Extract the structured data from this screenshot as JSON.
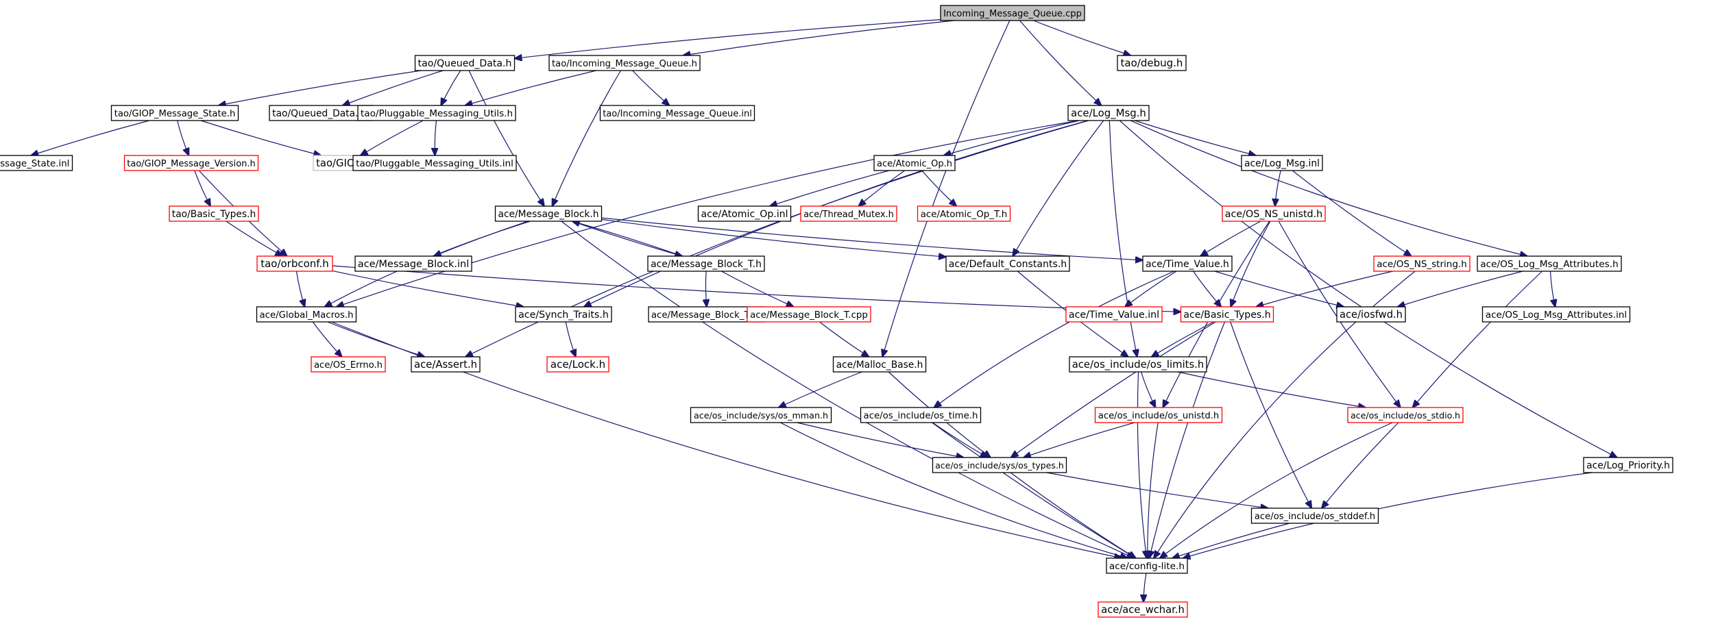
{
  "colors": {
    "edge": "#191970",
    "node_border_normal": "#000000",
    "node_border_truncated": "#ff0000",
    "node_border_external": "#bfbfbf",
    "root_fill": "#bfbfbf",
    "text": "#000000"
  },
  "nodes": [
    {
      "id": "root",
      "label": "Incoming_Message_Queue.cpp",
      "style": "root"
    },
    {
      "id": "queued_data_h",
      "label": "tao/Queued_Data.h",
      "style": "normal"
    },
    {
      "id": "tao_imq_h",
      "label": "tao/Incoming_Message_Queue.h",
      "style": "normal"
    },
    {
      "id": "tao_debug_h",
      "label": "tao/debug.h",
      "style": "normal"
    },
    {
      "id": "giop_ms_h",
      "label": "tao/GIOP_Message_State.h",
      "style": "normal"
    },
    {
      "id": "queued_data_inl",
      "label": "tao/Queued_Data.inl",
      "style": "normal"
    },
    {
      "id": "pmu_h",
      "label": "tao/Pluggable_Messaging_Utils.h",
      "style": "normal"
    },
    {
      "id": "tao_imq_inl",
      "label": "tao/Incoming_Message_Queue.inl",
      "style": "normal"
    },
    {
      "id": "log_msg_h",
      "label": "ace/Log_Msg.h",
      "style": "normal"
    },
    {
      "id": "giop_ms_inl",
      "label": "tao/GIOP_Message_State.inl",
      "style": "normal"
    },
    {
      "id": "giop_mv_h",
      "label": "tao/GIOP_Message_Version.h",
      "style": "truncated"
    },
    {
      "id": "giopc_h",
      "label": "tao/GIOPC.h",
      "style": "external"
    },
    {
      "id": "pmu_inl",
      "label": "tao/Pluggable_Messaging_Utils.inl",
      "style": "normal"
    },
    {
      "id": "atomic_op_h",
      "label": "ace/Atomic_Op.h",
      "style": "normal"
    },
    {
      "id": "log_msg_inl",
      "label": "ace/Log_Msg.inl",
      "style": "normal"
    },
    {
      "id": "tao_basic_types_h",
      "label": "tao/Basic_Types.h",
      "style": "truncated"
    },
    {
      "id": "atomic_op_inl",
      "label": "ace/Atomic_Op.inl",
      "style": "normal"
    },
    {
      "id": "thread_mutex_h",
      "label": "ace/Thread_Mutex.h",
      "style": "truncated"
    },
    {
      "id": "atomic_op_t_h",
      "label": "ace/Atomic_Op_T.h",
      "style": "truncated"
    },
    {
      "id": "os_ns_unistd_h",
      "label": "ace/OS_NS_unistd.h",
      "style": "truncated"
    },
    {
      "id": "message_block_h",
      "label": "ace/Message_Block.h",
      "style": "normal"
    },
    {
      "id": "tao_orbconf_h",
      "label": "tao/orbconf.h",
      "style": "truncated"
    },
    {
      "id": "message_block_inl",
      "label": "ace/Message_Block.inl",
      "style": "normal"
    },
    {
      "id": "message_block_t_h",
      "label": "ace/Message_Block_T.h",
      "style": "normal"
    },
    {
      "id": "default_constants_h",
      "label": "ace/Default_Constants.h",
      "style": "normal"
    },
    {
      "id": "time_value_h",
      "label": "ace/Time_Value.h",
      "style": "normal"
    },
    {
      "id": "os_ns_string_h",
      "label": "ace/OS_NS_string.h",
      "style": "truncated"
    },
    {
      "id": "os_log_msg_attr_h",
      "label": "ace/OS_Log_Msg_Attributes.h",
      "style": "normal"
    },
    {
      "id": "global_macros_h",
      "label": "ace/Global_Macros.h",
      "style": "normal"
    },
    {
      "id": "synch_traits_h",
      "label": "ace/Synch_Traits.h",
      "style": "normal"
    },
    {
      "id": "message_block_t_inl",
      "label": "ace/Message_Block_T.inl",
      "style": "normal"
    },
    {
      "id": "message_block_t_cpp",
      "label": "ace/Message_Block_T.cpp",
      "style": "truncated"
    },
    {
      "id": "time_value_inl",
      "label": "ace/Time_Value.inl",
      "style": "truncated"
    },
    {
      "id": "ace_basic_types_h",
      "label": "ace/Basic_Types.h",
      "style": "truncated"
    },
    {
      "id": "iosfwd_h",
      "label": "ace/iosfwd.h",
      "style": "normal"
    },
    {
      "id": "os_log_msg_attr_inl",
      "label": "ace/OS_Log_Msg_Attributes.inl",
      "style": "normal"
    },
    {
      "id": "os_errno_h",
      "label": "ace/OS_Errno.h",
      "style": "truncated"
    },
    {
      "id": "assert_h",
      "label": "ace/Assert.h",
      "style": "normal"
    },
    {
      "id": "lock_h",
      "label": "ace/Lock.h",
      "style": "truncated"
    },
    {
      "id": "malloc_base_h",
      "label": "ace/Malloc_Base.h",
      "style": "normal"
    },
    {
      "id": "os_limits_h",
      "label": "ace/os_include/os_limits.h",
      "style": "normal"
    },
    {
      "id": "os_mman_h",
      "label": "ace/os_include/sys/os_mman.h",
      "style": "normal"
    },
    {
      "id": "os_time_h",
      "label": "ace/os_include/os_time.h",
      "style": "normal"
    },
    {
      "id": "os_unistd_h",
      "label": "ace/os_include/os_unistd.h",
      "style": "truncated"
    },
    {
      "id": "os_stdio_h",
      "label": "ace/os_include/os_stdio.h",
      "style": "truncated"
    },
    {
      "id": "os_types_h",
      "label": "ace/os_include/sys/os_types.h",
      "style": "normal"
    },
    {
      "id": "log_priority_h",
      "label": "ace/Log_Priority.h",
      "style": "normal"
    },
    {
      "id": "os_stddef_h",
      "label": "ace/os_include/os_stddef.h",
      "style": "normal"
    },
    {
      "id": "config_lite_h",
      "label": "ace/config-lite.h",
      "style": "normal"
    },
    {
      "id": "ace_wchar_h",
      "label": "ace/ace_wchar.h",
      "style": "truncated"
    }
  ]
}
